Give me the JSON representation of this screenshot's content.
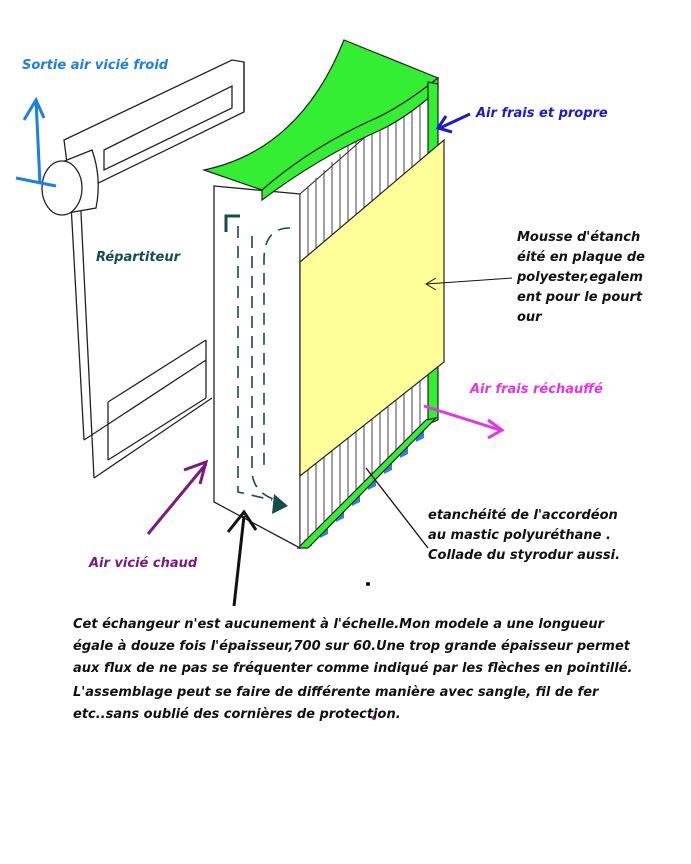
{
  "labels": {
    "sortie_air_vicie_froid": "Sortie air vicié froid",
    "air_frais_propre": "Air frais et propre",
    "repartiteur": "Répartiteur",
    "mousse": "Mousse d'étanchéité en plaque de polyester,egalement pour le pourtour",
    "air_frais_rechauffe": "Air frais réchauffé",
    "etancheite": "etanchéité de l'accordéon au mastic polyuréthane . Collade du styrodur aussi.",
    "air_vicie_chaud": "Air vicié chaud"
  },
  "notes": {
    "scale_note": "Cet échangeur n'est aucunement à l'échelle.Mon modele a une longueur égale à douze fois l'épaisseur,700 sur 60.Une trop grande épaisseur permet aux flux de ne pas se fréquenter comme indiqué par les flèches en pointillé.",
    "assembly_note": "L'assemblage peut se faire de différente manière avec sangle, fil de fer etc..sans oublié des cornières de protection."
  },
  "colors": {
    "exhaust_cold": "#1a7fe6",
    "fresh_clean": "#1a1ad6",
    "distributor": "#134e48",
    "fresh_heated": "#e633e6",
    "exhaust_hot": "#7a1a80",
    "seal_green": "#33ee33",
    "foam_yellow": "#ffff99",
    "fin_blue": "#2f7fe6",
    "text_dark": "#111111"
  }
}
